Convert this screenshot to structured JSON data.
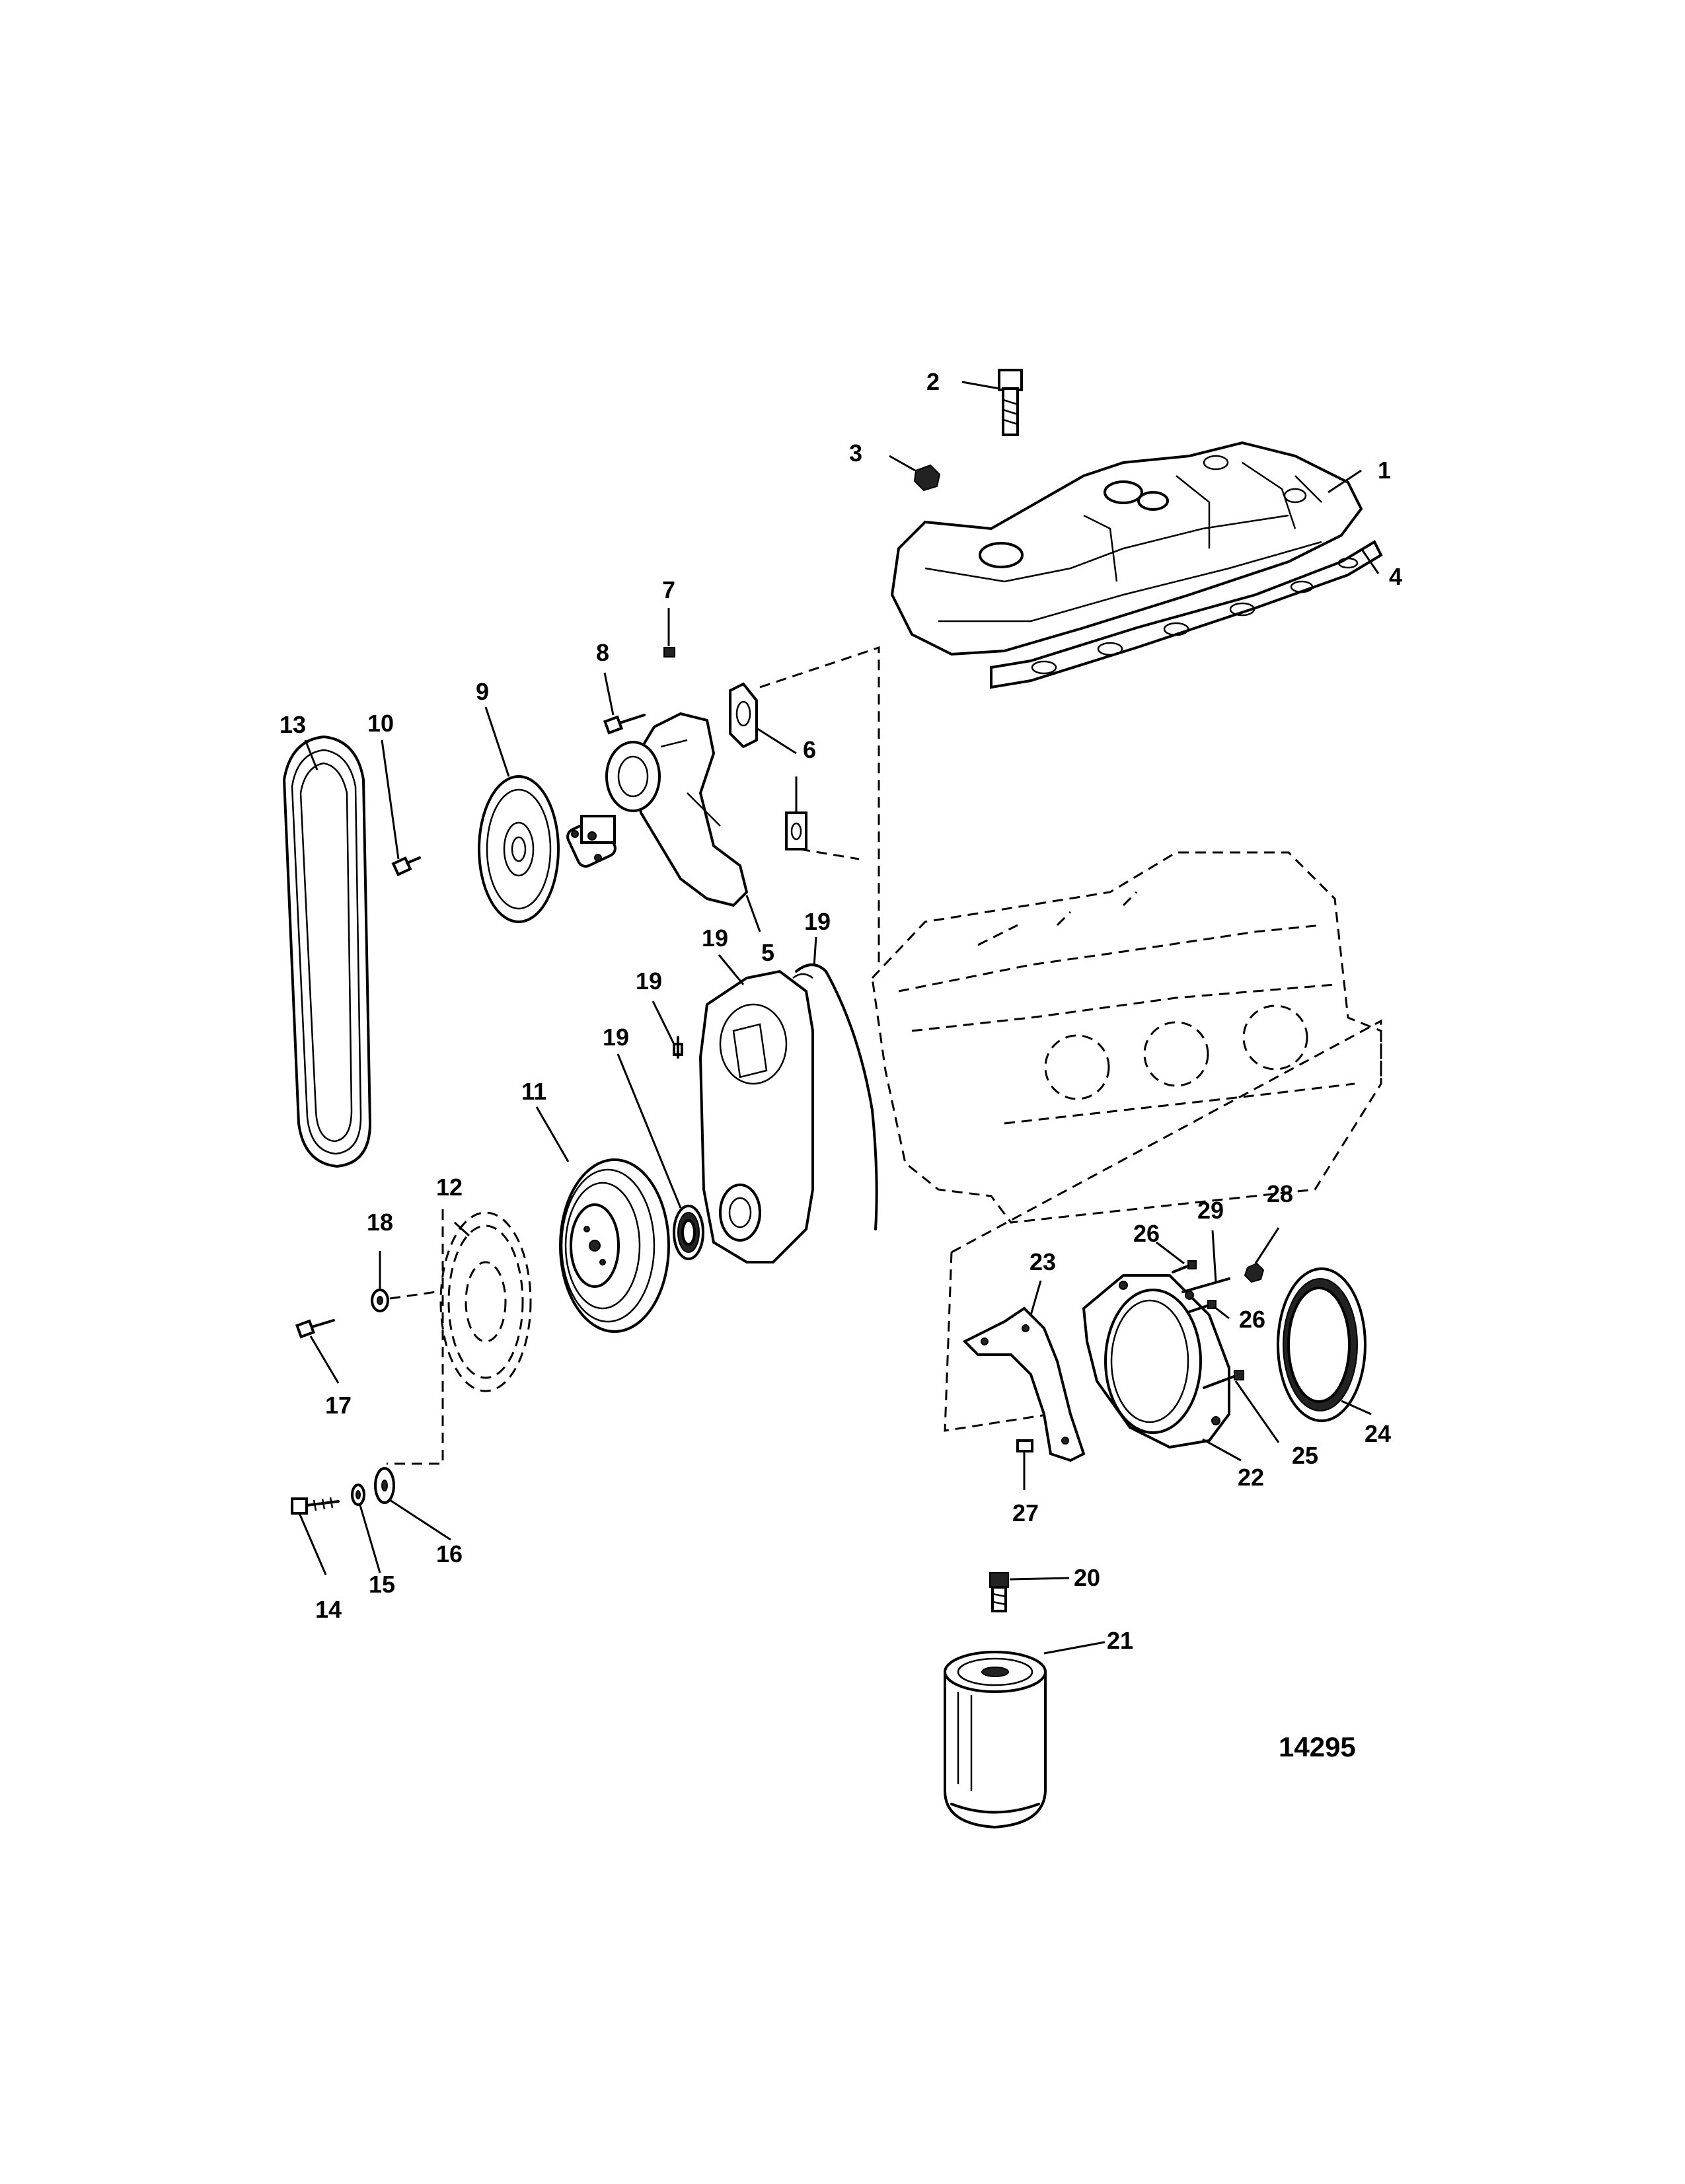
{
  "labels": {
    "l1": "1",
    "l2": "2",
    "l3": "3",
    "l4": "4",
    "l5": "5",
    "l6": "6",
    "l7": "7",
    "l8": "8",
    "l9": "9",
    "l10": "10",
    "l11": "11",
    "l12": "12",
    "l13": "13",
    "l14": "14",
    "l15": "15",
    "l16": "16",
    "l17": "17",
    "l18": "18",
    "l19a": "19",
    "l19b": "19",
    "l19c": "19",
    "l19d": "19",
    "l20": "20",
    "l21": "21",
    "l22": "22",
    "l23": "23",
    "l24": "24",
    "l25": "25",
    "l26a": "26",
    "l26b": "26",
    "l27": "27",
    "l28": "28",
    "l29": "29"
  },
  "figure_number": "14295"
}
